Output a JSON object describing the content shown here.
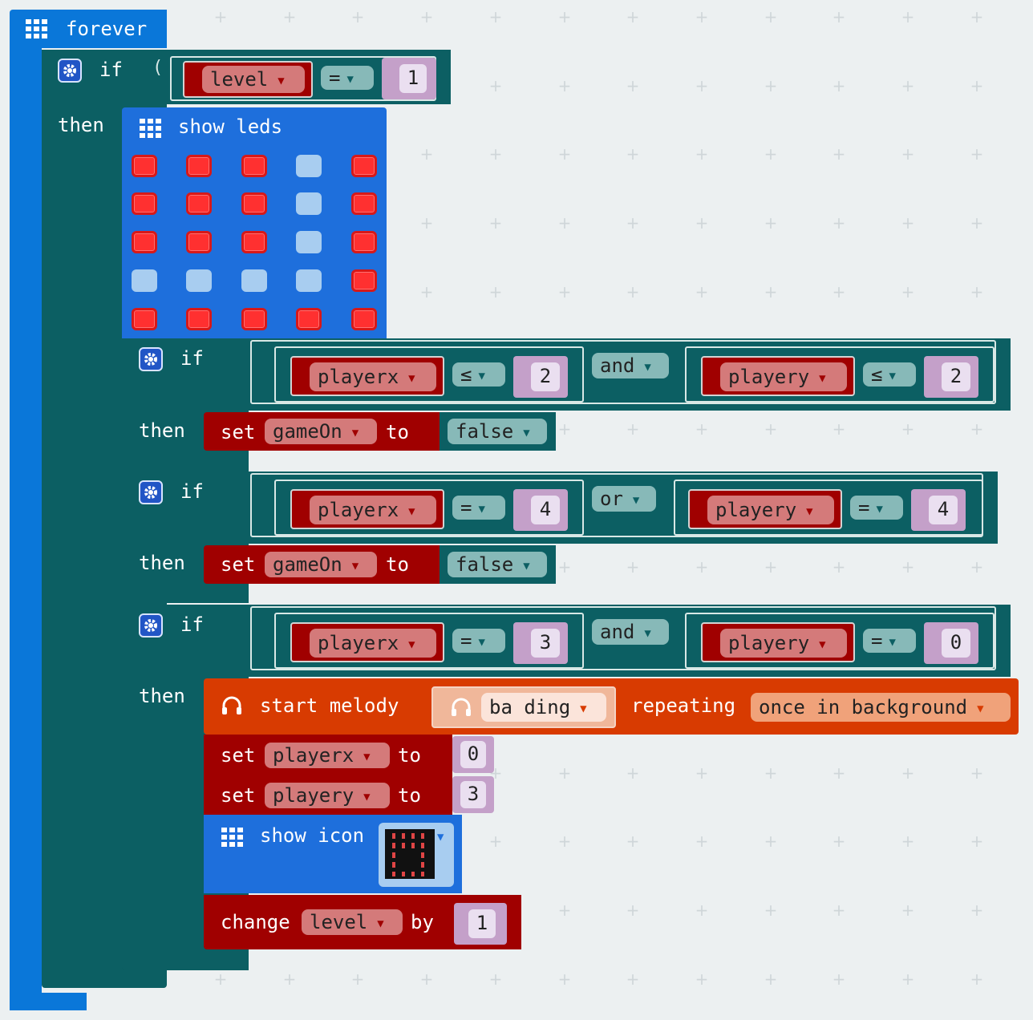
{
  "forever_label": "forever",
  "colors": {
    "forever": "#0a77d9",
    "logic": "#006970",
    "logic_dark": "#0c5f63",
    "variable": "#a00000",
    "math": "#c4a0c9",
    "melody": "#d83b01",
    "boolean": "#87b9b8",
    "led_on": "#ff3030",
    "led_off": "#a8cdf0"
  },
  "if1": {
    "if_label": "if",
    "then_label": "then",
    "var": "level",
    "op": "=",
    "num": "1",
    "show_leds_label": "show leds",
    "leds": [
      [
        1,
        1,
        1,
        0,
        1
      ],
      [
        1,
        1,
        1,
        0,
        1
      ],
      [
        1,
        1,
        1,
        0,
        1
      ],
      [
        0,
        0,
        0,
        0,
        1
      ],
      [
        1,
        1,
        1,
        1,
        1
      ]
    ]
  },
  "if2": {
    "if_label": "if",
    "then_label": "then",
    "left_var": "playerx",
    "left_op": "≤",
    "left_num": "2",
    "logic_op": "and",
    "right_var": "playery",
    "right_op": "≤",
    "right_num": "2",
    "set_label": "set",
    "set_var": "gameOn",
    "to_label": "to",
    "set_val": "false"
  },
  "if3": {
    "if_label": "if",
    "then_label": "then",
    "left_var": "playerx",
    "left_op": "=",
    "left_num": "4",
    "logic_op": "or",
    "right_var": "playery",
    "right_op": "=",
    "right_num": "4",
    "set_label": "set",
    "set_var": "gameOn",
    "to_label": "to",
    "set_val": "false"
  },
  "if4": {
    "if_label": "if",
    "then_label": "then",
    "left_var": "playerx",
    "left_op": "=",
    "left_num": "3",
    "logic_op": "and",
    "right_var": "playery",
    "right_op": "=",
    "right_num": "0",
    "melody_label": "start melody",
    "melody_name": "ba ding",
    "repeating_label": "repeating",
    "repeat_mode": "once in background",
    "set1_label": "set",
    "set1_var": "playerx",
    "set1_to": "to",
    "set1_val": "0",
    "set2_label": "set",
    "set2_var": "playery",
    "set2_to": "to",
    "set2_val": "3",
    "show_icon_label": "show icon",
    "change_label": "change",
    "change_var": "level",
    "by_label": "by",
    "change_val": "1"
  }
}
